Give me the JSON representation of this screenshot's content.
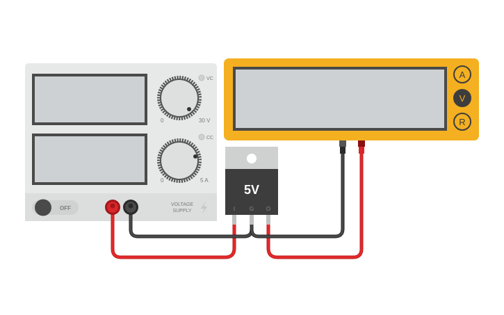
{
  "power_supply": {
    "voltage_indicator": "VC",
    "current_indicator": "CC",
    "voltage_knob": {
      "min_label": "0",
      "max_label": "30 V"
    },
    "current_knob": {
      "min_label": "0",
      "max_label": "5 A"
    },
    "power_switch_label": "OFF",
    "brand_line1": "VOLTAGE",
    "brand_line2": "SUPPLY",
    "voltage_display": "",
    "current_display": ""
  },
  "multimeter": {
    "display": "",
    "mode_buttons": [
      "A",
      "V",
      "R"
    ],
    "selected_mode": "V"
  },
  "regulator": {
    "label": "5V",
    "pins": [
      "I",
      "G",
      "O"
    ]
  },
  "colors": {
    "wire_positive": "#e3292b",
    "wire_negative": "#3b3b3b",
    "multimeter_body": "#f4b020",
    "lcd": "#cdd1d3",
    "supply_body": "#e7e8e8"
  },
  "icons": {
    "supply_logo": "lightning-bolt-icon"
  }
}
